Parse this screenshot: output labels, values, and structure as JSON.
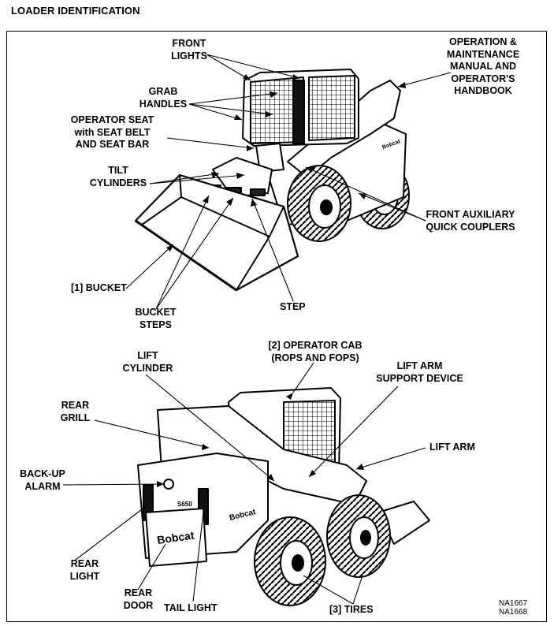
{
  "page": {
    "title": "LOADER IDENTIFICATION"
  },
  "front_view": {
    "front_lights": "FRONT\nLIGHTS",
    "manual": "OPERATION &\nMAINTENANCE\nMANUAL AND\nOPERATOR'S\nHANDBOOK",
    "grab_handles": "GRAB\nHANDLES",
    "operator_seat": "OPERATOR SEAT\nwith SEAT BELT\nAND SEAT BAR",
    "tilt_cylinders": "TILT\nCYLINDERS",
    "front_aux": "FRONT AUXILIARY\nQUICK COUPLERS",
    "bucket": "[1] BUCKET",
    "bucket_steps": "BUCKET\nSTEPS",
    "step": "STEP"
  },
  "rear_view": {
    "lift_cylinder": "LIFT\nCYLINDER",
    "operator_cab": "[2] OPERATOR CAB\n(ROPS AND FOPS)",
    "lift_arm_support": "LIFT ARM\nSUPPORT DEVICE",
    "rear_grill": "REAR\nGRILL",
    "lift_arm": "LIFT ARM",
    "backup_alarm": "BACK-UP\nALARM",
    "rear_light": "REAR\nLIGHT",
    "rear_door": "REAR\nDOOR",
    "tail_light": "TAIL LIGHT",
    "tires": "[3] TIRES"
  },
  "machine_text": {
    "brand": "Bobcat",
    "model": "S650"
  },
  "figure_codes": [
    "NA1667",
    "NA1668"
  ]
}
